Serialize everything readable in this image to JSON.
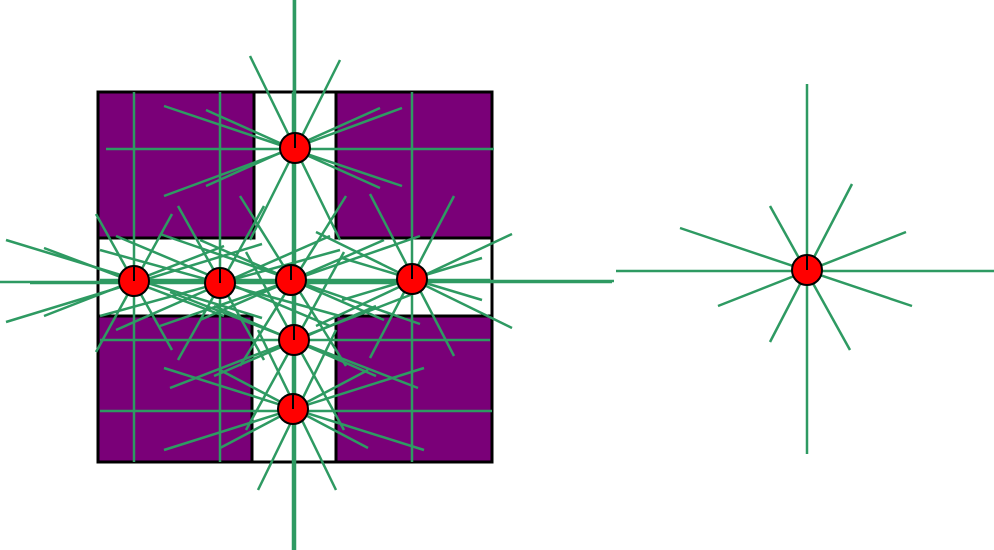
{
  "colors": {
    "background": "#ffffff",
    "block_fill": "#7a0078",
    "block_stroke": "#000000",
    "ray": "#2e9a62",
    "node_fill": "#ff0000",
    "node_stroke": "#000000"
  },
  "grid": {
    "blocks": [
      "top-left",
      "top-right",
      "bottom-left",
      "bottom-right"
    ],
    "passage": "white-cross-corridor"
  },
  "nodes": {
    "grid_nodes": 7,
    "standalone_nodes": 1,
    "node_shape": "red-circle-with-tick",
    "ray_pattern": "starburst"
  }
}
